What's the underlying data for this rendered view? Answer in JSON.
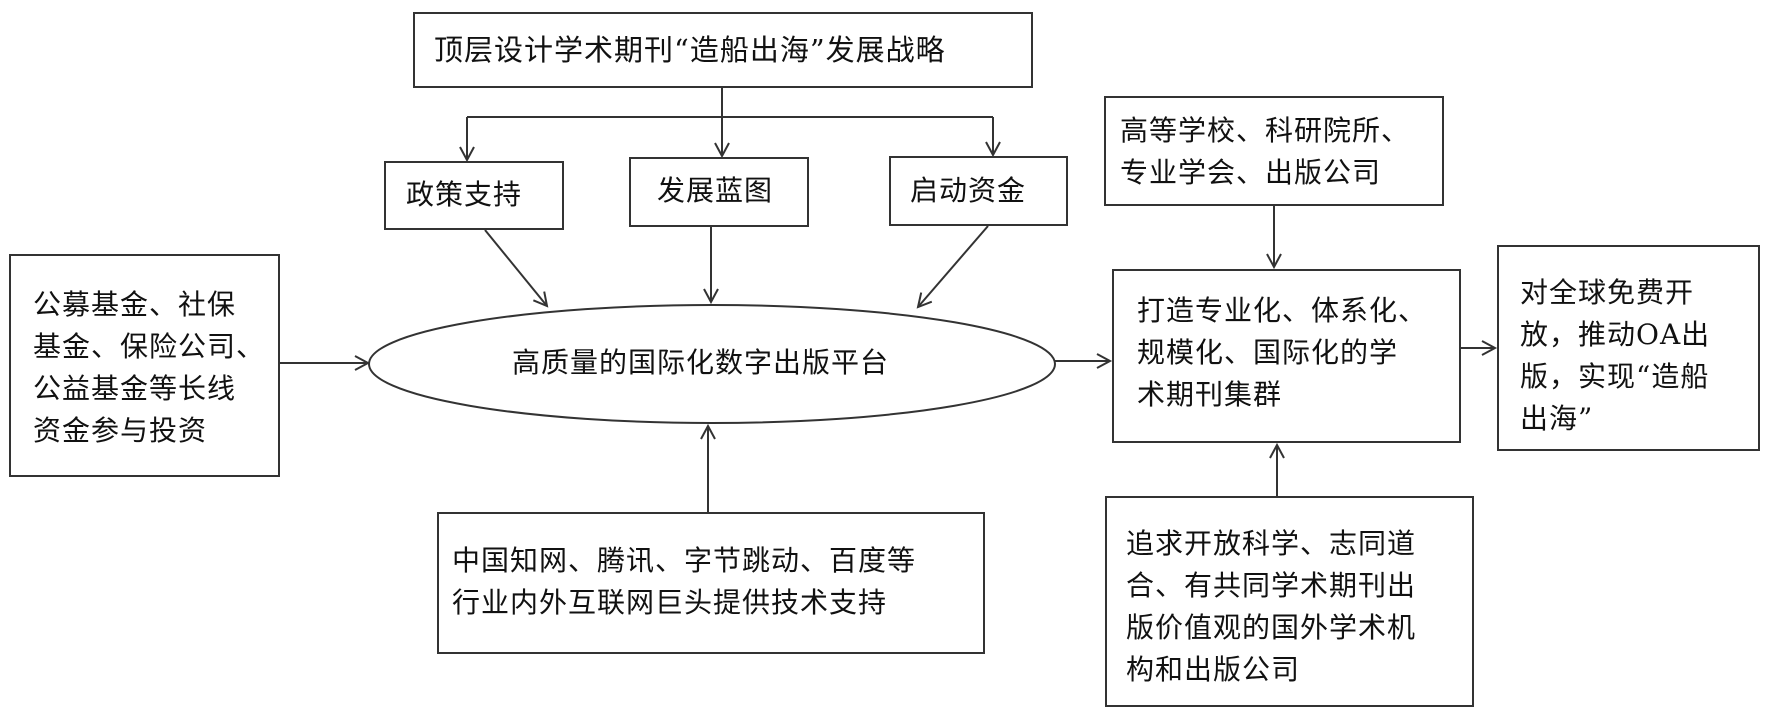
{
  "diagram": {
    "top": {
      "label": "顶层设计学术期刊“造船出海”发展战略"
    },
    "branches": [
      {
        "label": "政策支持"
      },
      {
        "label": "发展蓝图"
      },
      {
        "label": "启动资金"
      }
    ],
    "left": {
      "lines": [
        "公募基金、社保",
        "基金、保险公司、",
        "公益基金等长线",
        "资金参与投资"
      ]
    },
    "center": {
      "label": "高质量的国际化数字出版平台"
    },
    "bottom": {
      "lines": [
        "中国知网、腾讯、字节跳动、百度等",
        "行业内外互联网巨头提供技术支持"
      ]
    },
    "right_top": {
      "lines": [
        "高等学校、科研院所、",
        "专业学会、出版公司"
      ]
    },
    "right_mid": {
      "lines": [
        "打造专业化、体系化、",
        "规模化、国际化的学",
        "术期刊集群"
      ]
    },
    "right_bottom": {
      "lines": [
        "追求开放科学、志同道",
        "合、有共同学术期刊出",
        "版价值观的国外学术机",
        "构和出版公司"
      ]
    },
    "far_right": {
      "lines": [
        "对全球免费开",
        "放，推动OA出",
        "版，实现“造船",
        "出海”"
      ]
    }
  }
}
